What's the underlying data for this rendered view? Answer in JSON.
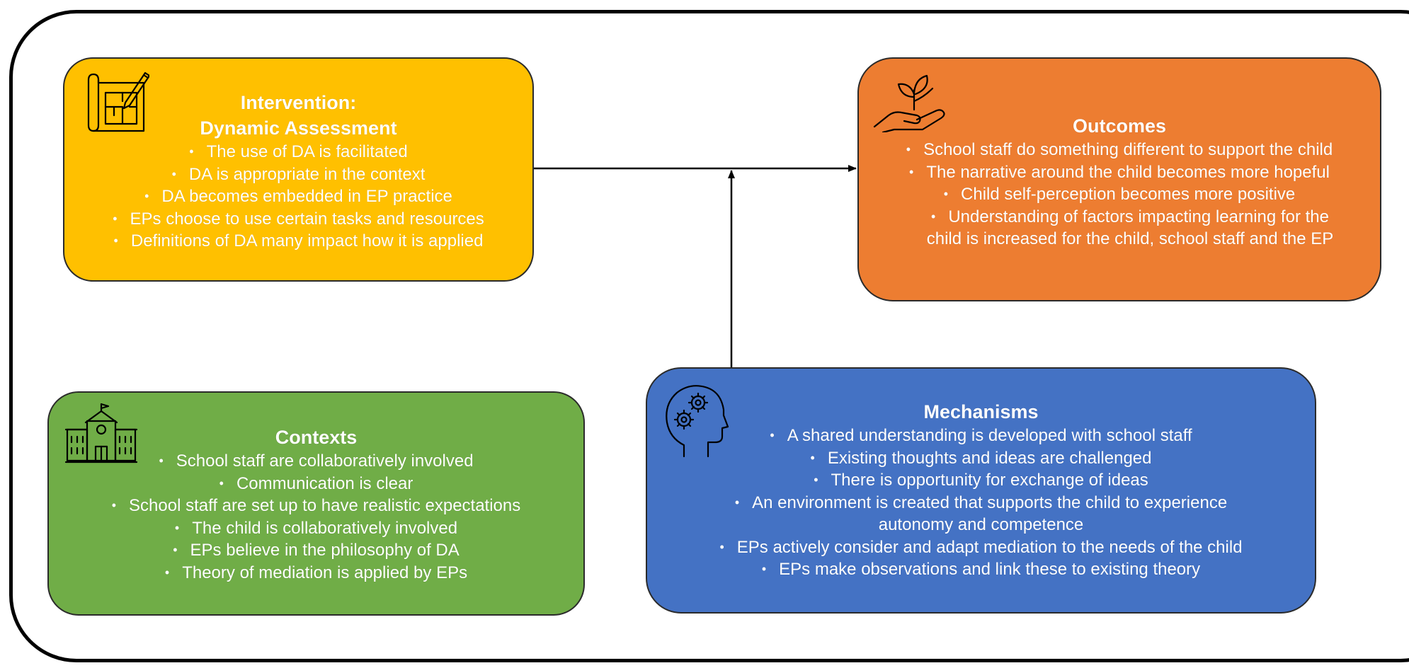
{
  "colors": {
    "intervention": "#FFC000",
    "outcomes": "#ED7D31",
    "contexts": "#70AD47",
    "mechanisms": "#4472C4",
    "frame": "#000000",
    "text": "#FFFFFF"
  },
  "intervention": {
    "icon": "blueprint-pencil-icon",
    "title_line1": "Intervention:",
    "title_line2": "Dynamic Assessment",
    "bullets": [
      "The use of DA is facilitated",
      "DA is appropriate in the context",
      "DA becomes embedded in EP practice",
      "EPs choose to use certain tasks and resources",
      "Definitions of DA many impact how it is applied"
    ]
  },
  "outcomes": {
    "icon": "hand-sprout-icon",
    "title": "Outcomes",
    "bullets": [
      "School staff do something different to support the child",
      "The narrative around the child becomes more hopeful",
      "Child self-perception becomes more positive"
    ],
    "last_bullet_line1": "Understanding of factors impacting learning for the",
    "last_bullet_line2": "child is increased for the child, school staff and the EP"
  },
  "contexts": {
    "icon": "school-building-icon",
    "title": "Contexts",
    "bullets": [
      "School staff are collaboratively involved",
      "Communication is clear",
      "School staff are set up to have realistic expectations",
      "The child is collaboratively involved",
      "EPs believe in the philosophy of DA",
      "Theory of mediation is applied by EPs"
    ]
  },
  "mechanisms": {
    "icon": "head-gears-icon",
    "title": "Mechanisms",
    "bullets": [
      "A shared understanding is developed with school staff",
      "Existing thoughts and ideas are challenged",
      "There is opportunity for exchange of ideas"
    ],
    "autonomy_bullet_line1": "An environment is created that supports the child to experience",
    "autonomy_bullet_line2": "autonomy and competence",
    "bullets_after": [
      "EPs actively consider and adapt mediation to the needs of the child",
      "EPs make observations and link these to existing theory"
    ]
  }
}
